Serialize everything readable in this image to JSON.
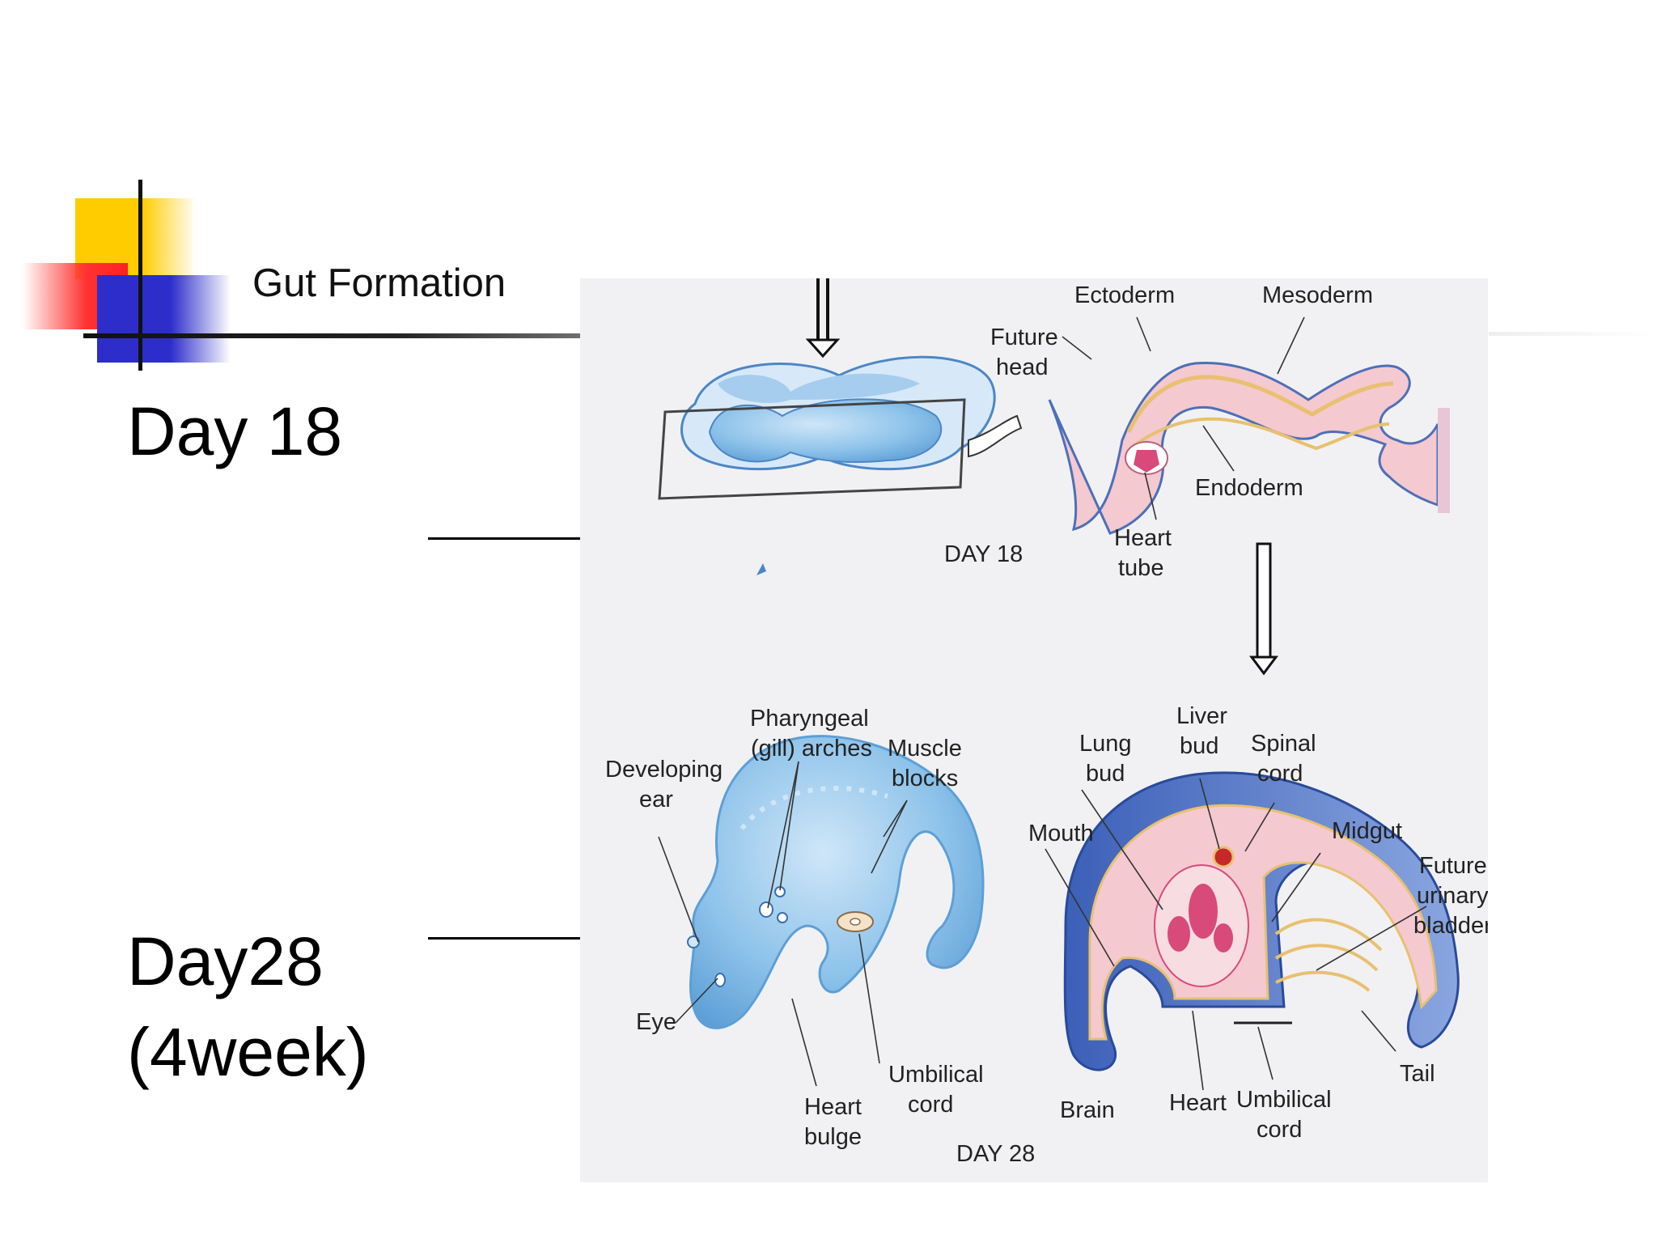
{
  "slide": {
    "title": "Gut Formation",
    "day18_label": "Day 18",
    "day28_label_line1": "Day28",
    "day28_label_line2": "(4week)"
  },
  "figure": {
    "top": {
      "stage_label": "DAY 18",
      "labels": {
        "ectoderm": "Ectoderm",
        "mesoderm": "Mesoderm",
        "future_head_1": "Future",
        "future_head_2": "head",
        "endoderm": "Endoderm",
        "heart_tube_1": "Heart",
        "heart_tube_2": "tube"
      }
    },
    "bottom": {
      "stage_label": "DAY 28",
      "labels": {
        "pharyngeal_1": "Pharyngeal",
        "pharyngeal_2": "(gill) arches",
        "muscle_1": "Muscle",
        "muscle_2": "blocks",
        "developing_ear_1": "Developing",
        "developing_ear_2": "ear",
        "eye": "Eye",
        "heart_bulge_1": "Heart",
        "heart_bulge_2": "bulge",
        "umbilical_left_1": "Umbilical",
        "umbilical_left_2": "cord",
        "lung_bud_1": "Lung",
        "lung_bud_2": "bud",
        "liver_bud_1": "Liver",
        "liver_bud_2": "bud",
        "spinal_cord_1": "Spinal",
        "spinal_cord_2": "cord",
        "mouth": "Mouth",
        "midgut": "Midgut",
        "future_bladder_1": "Future",
        "future_bladder_2": "urinary",
        "future_bladder_3": "bladder",
        "tail": "Tail",
        "brain": "Brain",
        "heart": "Heart",
        "umbilical_right_1": "Umbilical",
        "umbilical_right_2": "cord"
      }
    }
  },
  "colors": {
    "accent_yellow": "#ffcc00",
    "accent_red": "#ff3333",
    "accent_blue": "#2d2dcc",
    "embryo_blue": "#8ec3ea",
    "tissue_pink": "#f4c9cf",
    "heart_magenta": "#d84a7a"
  }
}
